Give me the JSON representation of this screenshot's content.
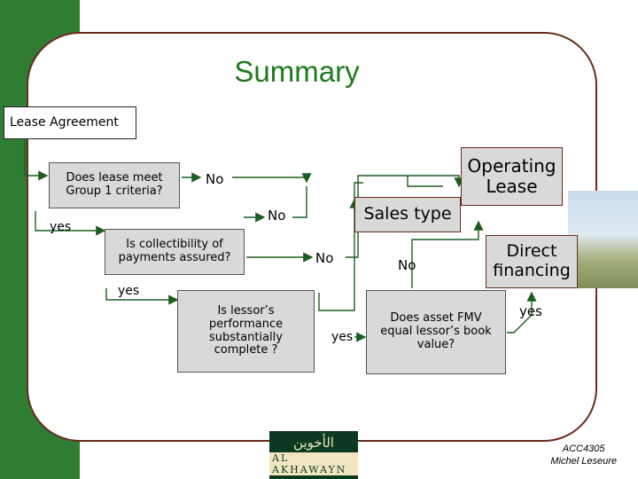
{
  "title": "Summary",
  "boxes": {
    "lease_agreement": "Lease Agreement",
    "group1_criteria": "Does  lease meet Group 1 criteria?",
    "collectibility": "Is collectibility of payments assured?",
    "lessor_performance": "Is lessor’s performance substantially complete ?",
    "operating_lease": "Operating Lease",
    "sales_type": "Sales type",
    "fmv_question": "Does asset FMV equal lessor’s book value?",
    "direct_financing": "Direct financing"
  },
  "labels": {
    "no_1": "No",
    "yes_1": "yes",
    "no_2": "No",
    "yes_2": "yes",
    "no_3": "No",
    "yes_3": "yes",
    "no_4": "No",
    "yes_4": "yes"
  },
  "footer": {
    "course": "ACC4305",
    "author": "Michel Leseure"
  },
  "colors": {
    "title": "#1e7a1e",
    "sidebar": "#2e7d32",
    "card_border": "#6b2b1e",
    "connector": "#1b5e20"
  }
}
